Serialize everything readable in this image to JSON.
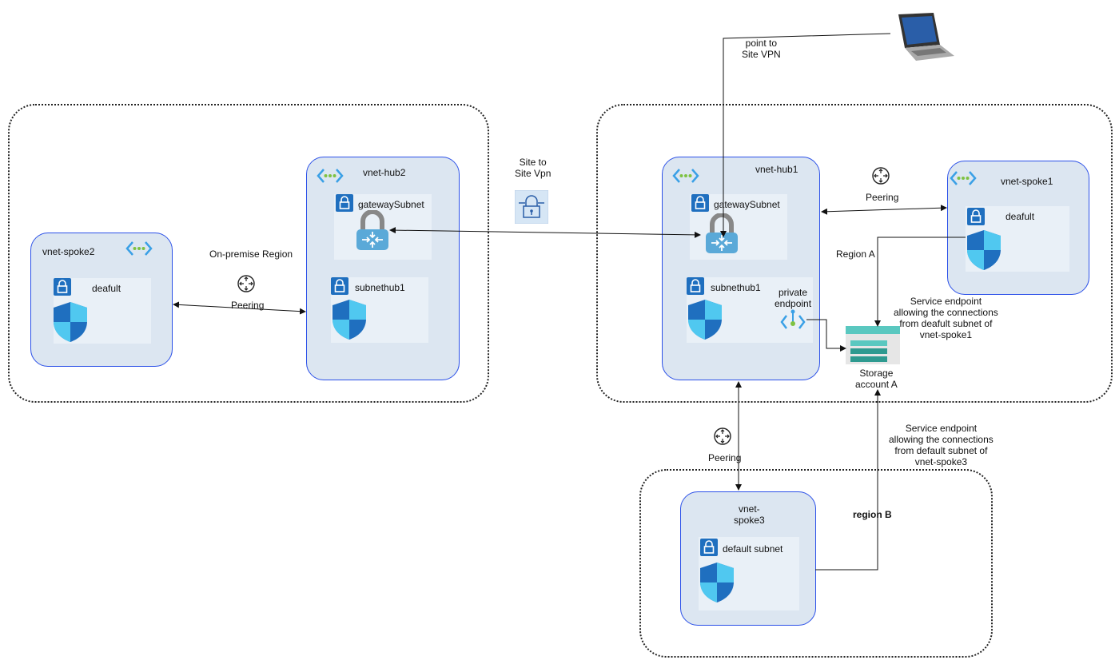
{
  "regions": {
    "on_premise": {
      "label": "On-premise Region"
    },
    "region_a": {
      "label": "Region A"
    },
    "region_b": {
      "label": "region B"
    }
  },
  "vnets": {
    "spoke2": {
      "title": "vnet-spoke2",
      "subnet": "deafult"
    },
    "hub2": {
      "title": "vnet-hub2",
      "gateway_subnet": "gatewaySubnet",
      "subnet": "subnethub1"
    },
    "hub1": {
      "title": "vnet-hub1",
      "gateway_subnet": "gatewaySubnet",
      "subnet": "subnethub1",
      "private_endpoint": "private\nendpoint"
    },
    "spoke1": {
      "title": "vnet-spoke1",
      "subnet": "deafult"
    },
    "spoke3": {
      "title": "vnet-\nspoke3",
      "subnet": "default subnet"
    }
  },
  "connections": {
    "peering_left": "Peering",
    "peering_right": "Peering",
    "peering_bottom": "Peering",
    "site_to_site": "Site to\nSite Vpn",
    "point_to_site": "point to\nSite VPN"
  },
  "storage": {
    "label": "Storage\naccount A"
  },
  "notes": {
    "service_endpoint_spoke1": "Service endpoint\nallowing the connections\nfrom deafult subnet of\nvnet-spoke1",
    "service_endpoint_spoke3": "Service endpoint\nallowing the connections\nfrom default subnet of\nvnet-spoke3"
  },
  "colors": {
    "vnet_border": "#2b50e8",
    "vnet_fill": "#dce6f1",
    "subnet_fill": "#e9f0f7",
    "shield_dark": "#1f6fbf",
    "shield_light": "#50c8f0"
  }
}
